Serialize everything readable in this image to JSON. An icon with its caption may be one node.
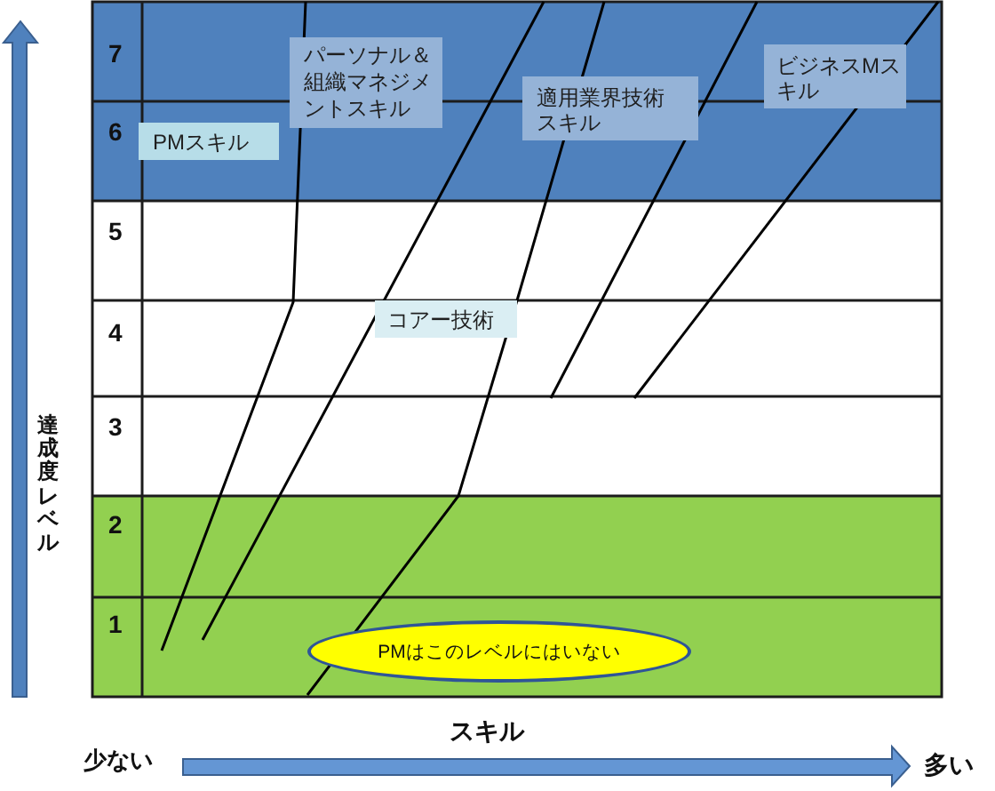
{
  "diagram": {
    "nodes": [
      {
        "text": [
          "パーソナル＆組織マネジメントスキル"
        ]
      },
      {
        "text": [
          "適用業界技術スキル"
        ]
      },
      {
        "text": [
          "ビジネスMスキル"
        ]
      },
      {
        "text": [
          "PMスキル"
        ]
      },
      {
        "text": [
          "コアー技術"
        ]
      },
      {
        "text": [
          "PMはこのレベルにはいない"
        ]
      }
    ],
    "labels": [
      "7",
      "6",
      "5",
      "4",
      "3",
      "2",
      "1",
      "達成度レベル",
      "少ない",
      "スキル",
      "多い"
    ]
  }
}
